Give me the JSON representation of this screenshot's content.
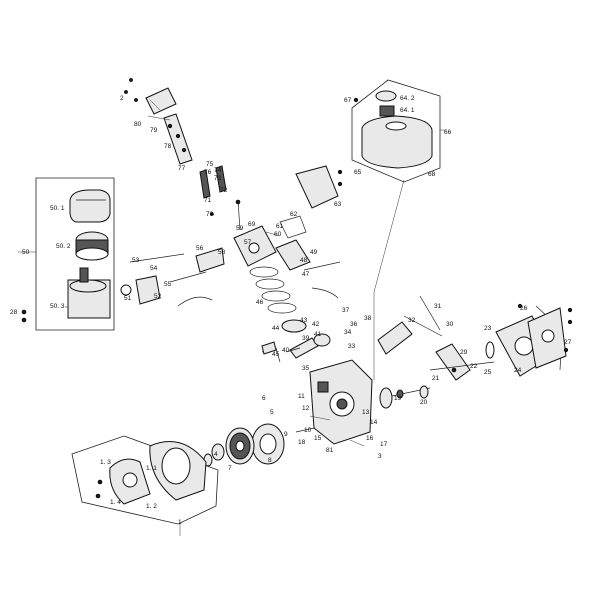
{
  "labels": {
    "l1": "1",
    "l2": "2",
    "l3": "3",
    "l4": "4",
    "l5": "5",
    "l6": "6",
    "l7": "7",
    "l8": "8",
    "l9": "9",
    "l10": "10",
    "l11": "11",
    "l12": "12",
    "l13": "13",
    "l14": "14",
    "l15": "15",
    "l16": "16",
    "l17": "17",
    "l18": "18",
    "l19": "19",
    "l20": "20",
    "l21": "21",
    "l22": "22",
    "l23": "23",
    "l24": "24",
    "l25": "25",
    "l26": "26",
    "l27": "27",
    "l28": "28",
    "l29": "29",
    "l30": "30",
    "l31": "31",
    "l32": "32",
    "l33": "33",
    "l34": "34",
    "l35": "35",
    "l36": "36",
    "l37": "37",
    "l38": "38",
    "l39": "39",
    "l40": "40",
    "l41": "41",
    "l42": "42",
    "l43": "43",
    "l44": "44",
    "l45": "45",
    "l46": "46",
    "l47": "47",
    "l48": "48",
    "l49": "49",
    "l50": "50",
    "l50_1": "50. 1",
    "l50_2": "50. 2",
    "l50_3": "50. 3",
    "l51": "51",
    "l52": "52",
    "l53": "53",
    "l54": "54",
    "l55": "55",
    "l56": "56",
    "l57": "57",
    "l58": "58",
    "l59": "59",
    "l60": "60",
    "l61": "61",
    "l62": "62",
    "l63": "63",
    "l64_1": "64. 1",
    "l64_2": "64. 2",
    "l65": "65",
    "l66": "66",
    "l67": "67",
    "l68": "68",
    "l69": "69",
    "l70": "70",
    "l71": "71",
    "l72": "72",
    "l73": "73",
    "l74": "74",
    "l75": "75",
    "l76": "76",
    "l77": "77",
    "l78": "78",
    "l79": "79",
    "l80": "80",
    "l81": "81",
    "l1_1": "1. 1",
    "l1_2": "1. 2",
    "l1_3": "1. 3",
    "l1_4": "1. 4"
  }
}
